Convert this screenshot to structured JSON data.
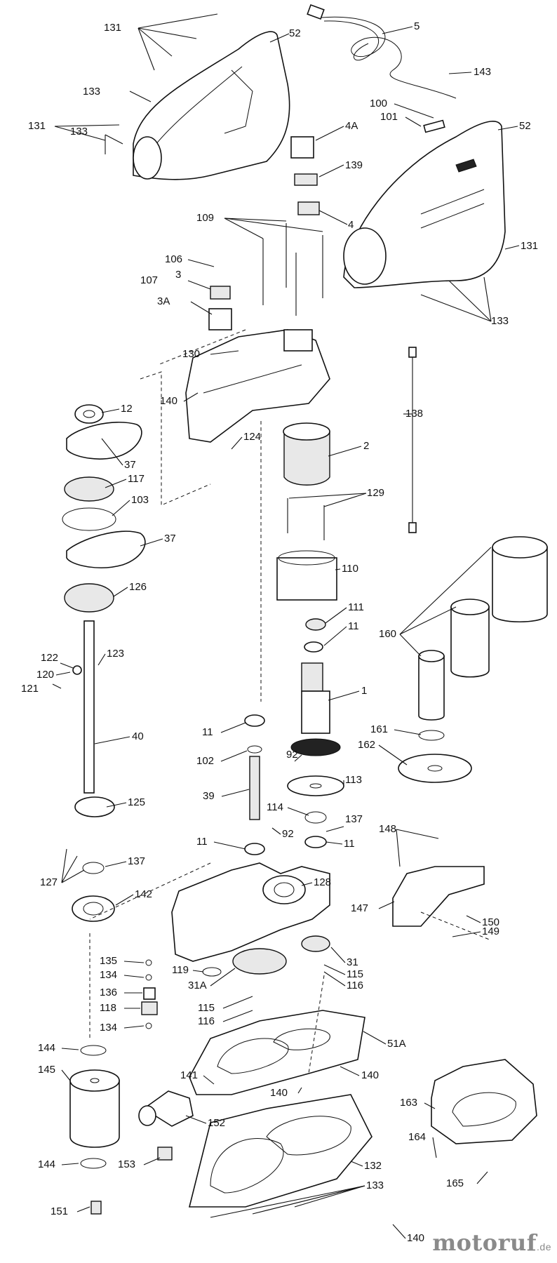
{
  "callouts": {
    "c1": "1",
    "c2": "2",
    "c3": "3",
    "c3a": "3A",
    "c4": "4",
    "c4a": "4A",
    "c5": "5",
    "c11a": "11",
    "c11b": "11",
    "c11c": "11",
    "c11d": "11",
    "c12": "12",
    "c31": "31",
    "c31a": "31A",
    "c37a": "37",
    "c37b": "37",
    "c39": "39",
    "c40": "40",
    "c51a": "51A",
    "c52a": "52",
    "c52b": "52",
    "c92a": "92",
    "c92b": "92",
    "c100": "100",
    "c101": "101",
    "c102": "102",
    "c103": "103",
    "c106": "106",
    "c107": "107",
    "c109": "109",
    "c110": "110",
    "c111": "111",
    "c113": "113",
    "c114": "114",
    "c115a": "115",
    "c115b": "115",
    "c116a": "116",
    "c116b": "116",
    "c117": "117",
    "c118": "118",
    "c119": "119",
    "c120": "120",
    "c121": "121",
    "c122": "122",
    "c123": "123",
    "c124": "124",
    "c125": "125",
    "c126": "126",
    "c127": "127",
    "c128": "128",
    "c129": "129",
    "c130": "130",
    "c131a": "131",
    "c131b": "131",
    "c131c": "131",
    "c132": "132",
    "c133a": "133",
    "c133b": "133",
    "c133c": "133",
    "c133d": "133",
    "c134a": "134",
    "c134b": "134",
    "c135": "135",
    "c136": "136",
    "c137a": "137",
    "c137b": "137",
    "c138": "138",
    "c139": "139",
    "c140a": "140",
    "c140b": "140",
    "c140c": "140",
    "c140d": "140",
    "c141": "141",
    "c142": "142",
    "c143": "143",
    "c144a": "144",
    "c144b": "144",
    "c145": "145",
    "c147": "147",
    "c148": "148",
    "c149": "149",
    "c150": "150",
    "c151": "151",
    "c152": "152",
    "c153": "153",
    "c160": "160",
    "c161": "161",
    "c162": "162",
    "c163": "163",
    "c164": "164",
    "c165": "165"
  },
  "watermark": {
    "name": "motoruf",
    "suffix": ".de"
  }
}
